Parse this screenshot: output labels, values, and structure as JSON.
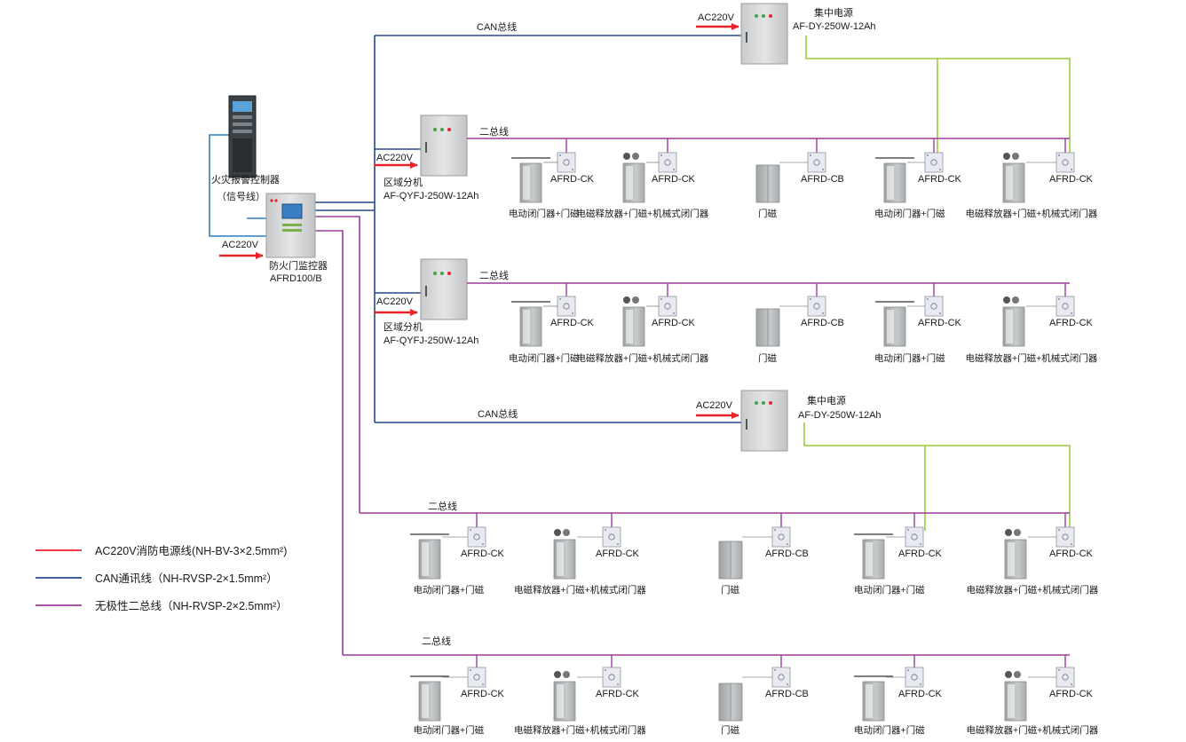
{
  "colors": {
    "power": "#e8232b",
    "can": "#25488e",
    "bus": "#9b3b9e",
    "green": "#9ccb3b",
    "cabinet": "#d9dadb",
    "door": "#b9bcbe"
  },
  "controller": {
    "name": "火灾报警控制器",
    "signal": "（信号线）"
  },
  "monitor": {
    "name": "防火门监控器",
    "model": "AFRD100/B",
    "ac": "AC220V"
  },
  "central_power": {
    "ac": "AC220V",
    "name": "集中电源",
    "model": "AF-DY-250W-12Ah"
  },
  "region": {
    "ac": "AC220V",
    "name": "区域分机",
    "model": "AF-QYFJ-250W-12Ah"
  },
  "can_label": "CAN总线",
  "bus_label": "二总线",
  "device_pattern": [
    "电动闭门器+门磁",
    "电磁释放器+门磁+机械式闭门器",
    "门磁",
    "电动闭门器+门磁",
    "电磁释放器+门磁+机械式闭门器"
  ],
  "module_pattern": [
    "AFRD-CK",
    "AFRD-CK",
    "AFRD-CB",
    "AFRD-CK",
    "AFRD-CK"
  ],
  "legend": [
    {
      "label": "AC220V消防电源线(NH-BV-3×2.5mm²)",
      "color": "#e8232b"
    },
    {
      "label": "CAN通讯线（NH-RVSP-2×1.5mm²）",
      "color": "#25488e"
    },
    {
      "label": "无极性二总线（NH-RVSP-2×2.5mm²）",
      "color": "#9b3b9e"
    }
  ]
}
